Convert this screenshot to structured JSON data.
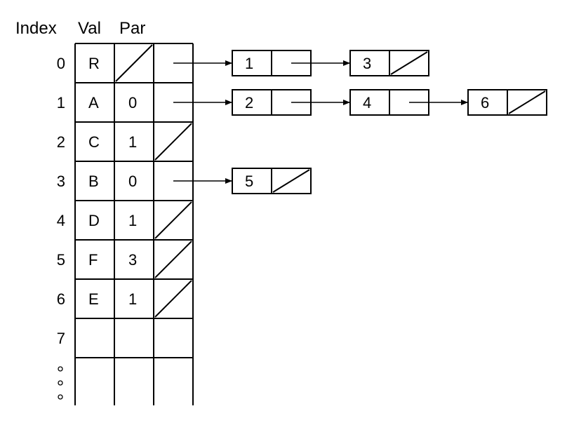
{
  "headers": {
    "index": "Index",
    "val": "Val",
    "par": "Par"
  },
  "rows": [
    {
      "index": "0",
      "val": "R",
      "par": "",
      "par_null": true,
      "children": [
        "1",
        "3"
      ]
    },
    {
      "index": "1",
      "val": "A",
      "par": "0",
      "par_null": false,
      "children": [
        "2",
        "4",
        "6"
      ]
    },
    {
      "index": "2",
      "val": "C",
      "par": "1",
      "par_null": false,
      "children": []
    },
    {
      "index": "3",
      "val": "B",
      "par": "0",
      "par_null": false,
      "children": [
        "5"
      ]
    },
    {
      "index": "4",
      "val": "D",
      "par": "1",
      "par_null": false,
      "children": []
    },
    {
      "index": "5",
      "val": "F",
      "par": "3",
      "par_null": false,
      "children": []
    },
    {
      "index": "6",
      "val": "E",
      "par": "1",
      "par_null": false,
      "children": []
    },
    {
      "index": "7",
      "val": "",
      "par": "",
      "par_null": false,
      "children": []
    }
  ],
  "colors": {
    "line": "#000000",
    "background": "#ffffff"
  }
}
